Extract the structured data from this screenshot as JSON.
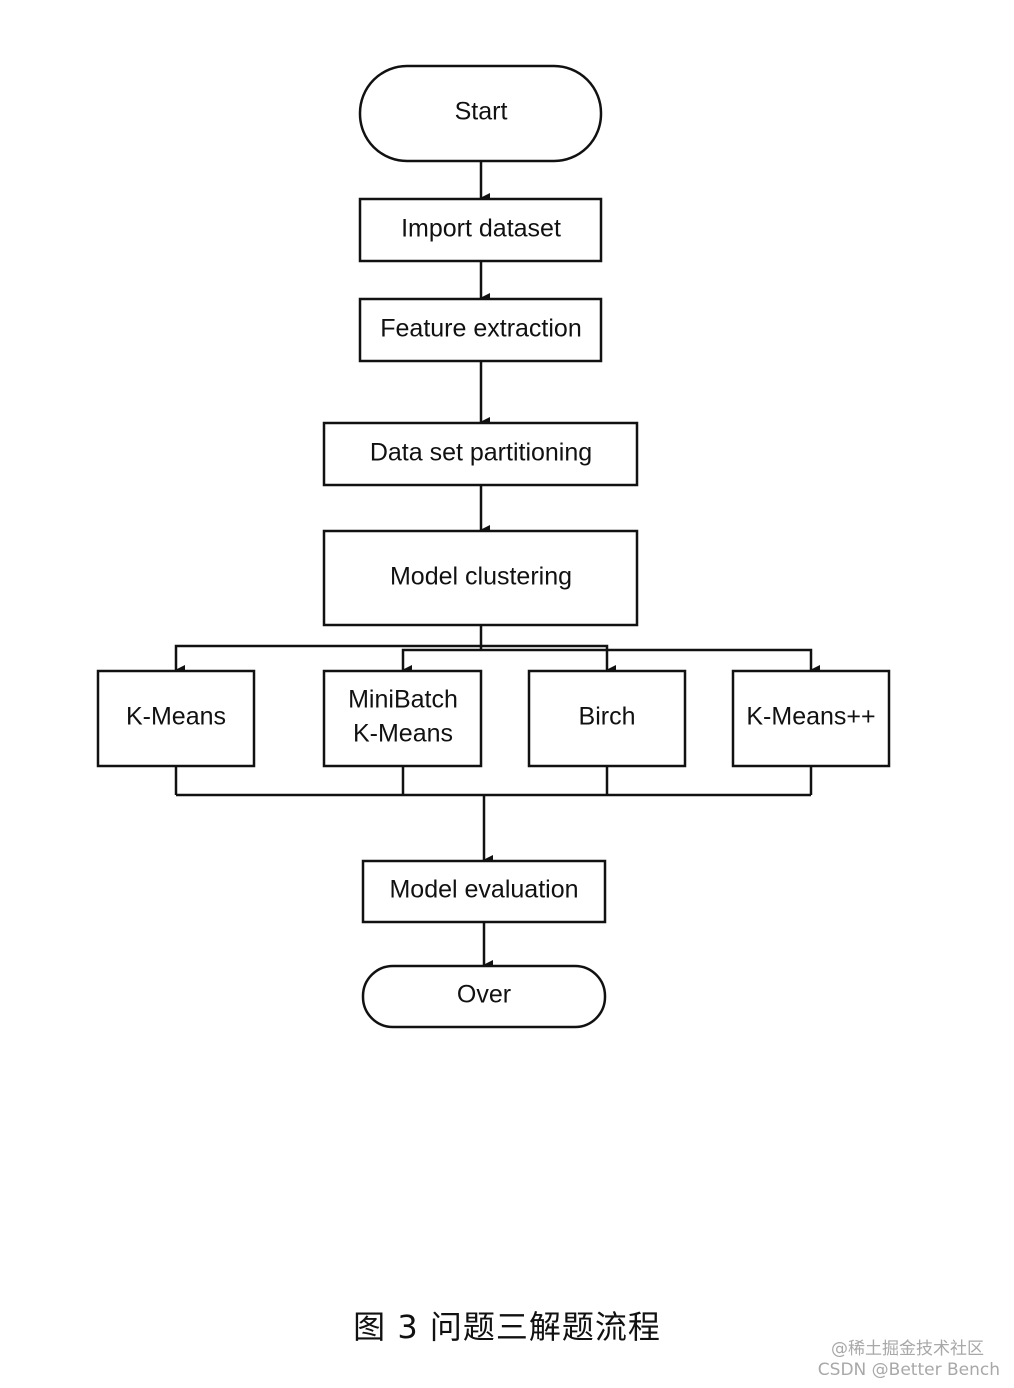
{
  "nodes": {
    "start": "Start",
    "import": "Import dataset",
    "feature": "Feature extraction",
    "partition": "Data set partitioning",
    "clustering": "Model clustering",
    "kmeans": "K-Means",
    "minibatch_line1": "MiniBatch",
    "minibatch_line2": "K-Means",
    "birch": "Birch",
    "kmeanspp": "K-Means++",
    "evaluation": "Model evaluation",
    "over": "Over"
  },
  "caption": "图 3  问题三解题流程",
  "watermark": {
    "line1": "@稀土掘金技术社区",
    "line2": "CSDN @Better Bench"
  }
}
